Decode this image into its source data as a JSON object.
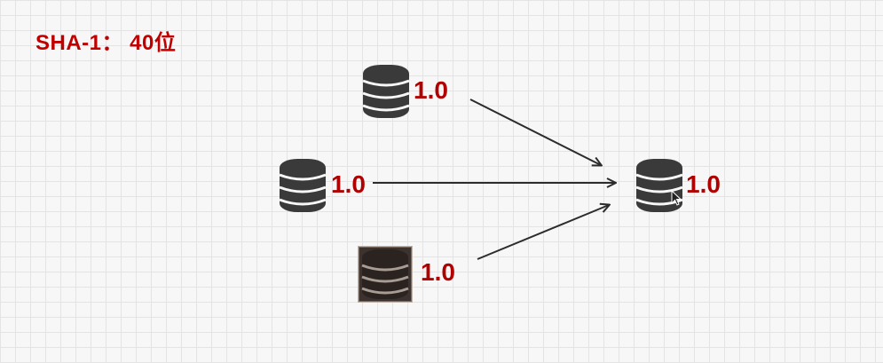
{
  "title": "SHA-1： 40位",
  "nodes": [
    {
      "id": "top",
      "version": "1.0"
    },
    {
      "id": "middle",
      "version": "1.0"
    },
    {
      "id": "bottom",
      "version": "1.0"
    },
    {
      "id": "target",
      "version": "1.0"
    }
  ],
  "colors": {
    "accent": "#c00000",
    "icon": "#3a3a3a",
    "arrow": "#2c2c2c"
  },
  "icons": {
    "database": "database-icon",
    "cursor": "cursor-icon"
  }
}
